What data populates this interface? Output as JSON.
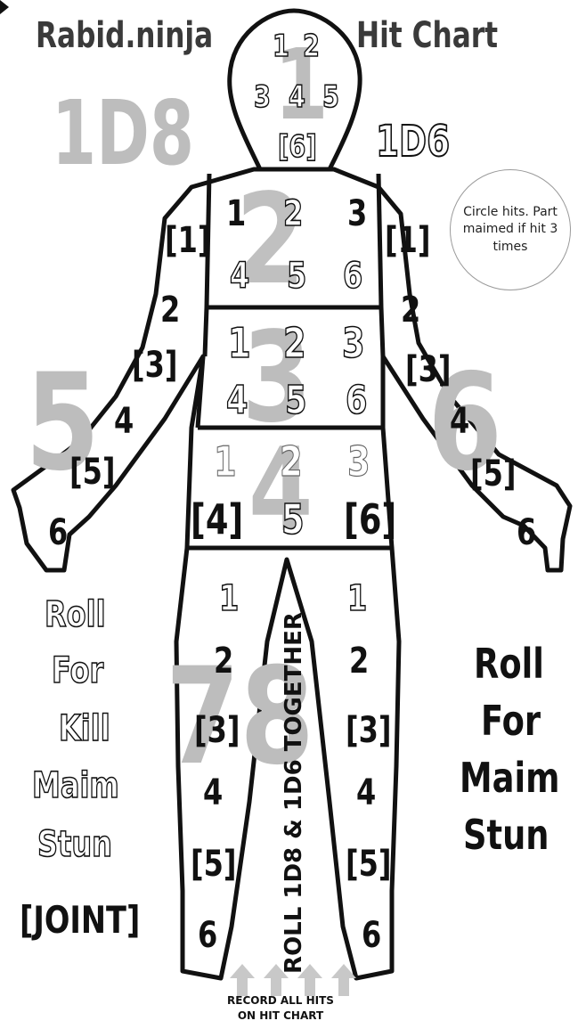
{
  "title_left": "Rabid.ninja",
  "title_right": "Hit Chart",
  "dice": {
    "d8": "1D8",
    "d6": "1D6"
  },
  "note": "Circle hits. Part maimed if hit 3 times",
  "vertical_instruction": "ROLL 1D8 & 1D6 TOGETHER",
  "record_hint": "RECORD ALL HITS ON HIT CHART",
  "left_column": {
    "roll": "Roll",
    "for": "For",
    "kill": "Kill",
    "maim": "Maim",
    "stun": "Stun",
    "joint": "[JOINT]"
  },
  "right_column": {
    "roll": "Roll",
    "for": "For",
    "maim": "Maim",
    "stun": "Stun"
  },
  "region_numbers": {
    "head": "1",
    "chest": "2",
    "abdomen": "3",
    "pelvis": "4",
    "left_arm": "5",
    "right_arm": "6",
    "legs": "78"
  },
  "head_cells": [
    "1",
    "2",
    "3",
    "4",
    "5",
    "[6]"
  ],
  "chest_cells": [
    "1",
    "2",
    "3",
    "4",
    "5",
    "6"
  ],
  "abdomen_cells": [
    "1",
    "2",
    "3",
    "4",
    "5",
    "6"
  ],
  "pelvis_cells": [
    "1",
    "2",
    "3",
    "[4]",
    "5",
    "[6]"
  ],
  "arm_cells": [
    "[1]",
    "2",
    "[3]",
    "4",
    "[5]",
    "6"
  ],
  "leg_cells": [
    "1",
    "2",
    "[3]",
    "4",
    "[5]",
    "6"
  ]
}
